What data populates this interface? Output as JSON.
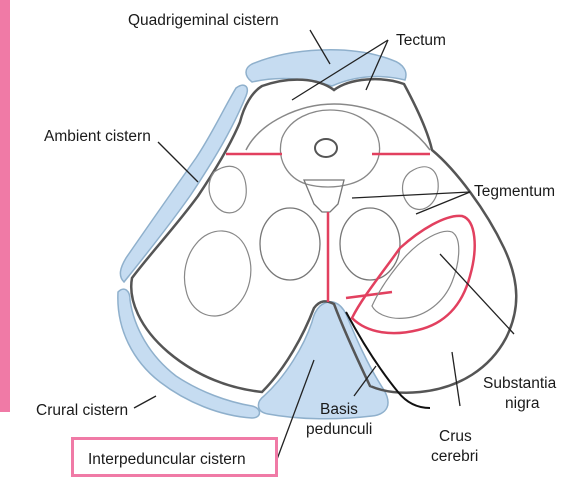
{
  "labels": {
    "quadrigeminal_cistern": "Quadrigeminal cistern",
    "tectum": "Tectum",
    "ambient_cistern": "Ambient cistern",
    "tegmentum": "Tegmentum",
    "substantia_nigra_1": "Substantia",
    "substantia_nigra_2": "nigra",
    "crural_cistern": "Crural cistern",
    "basis_pedunculi_1": "Basis",
    "basis_pedunculi_2": "pedunculi",
    "crus_cerebri_1": "Crus",
    "crus_cerebri_2": "cerebri",
    "interpeduncular_cistern": "Interpeduncular cistern"
  },
  "colors": {
    "cistern_fill": "#c6dcf1",
    "cistern_stroke": "#8fb0cc",
    "outline": "#555555",
    "red_line": "#e2405f",
    "highlight_pink": "#f07aa6"
  }
}
